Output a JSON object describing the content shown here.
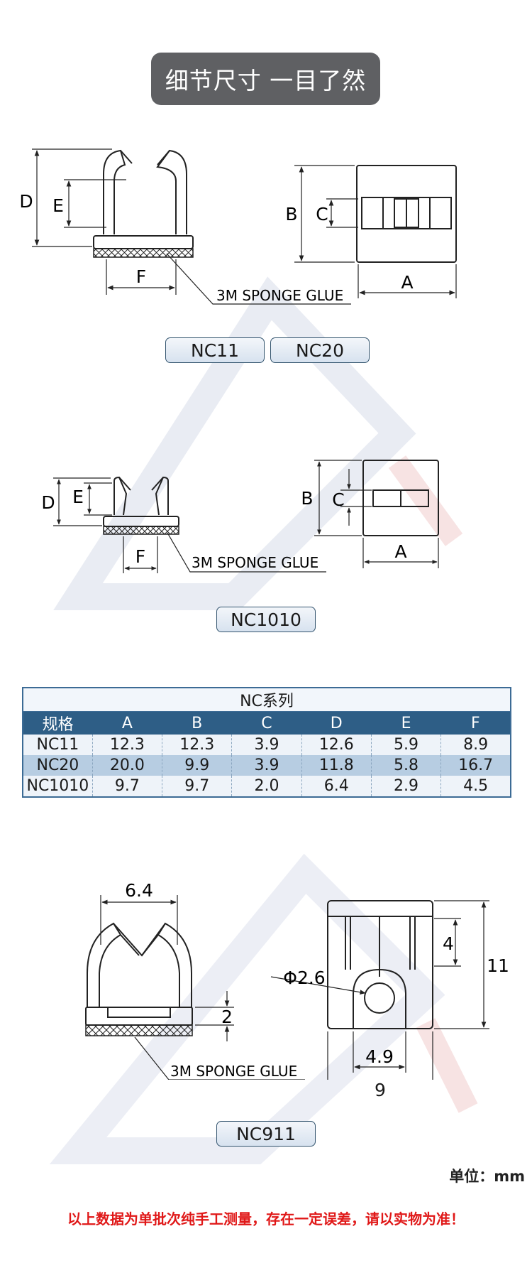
{
  "header": {
    "title": "细节尺寸 一目了然"
  },
  "diagram_labels": {
    "D": "D",
    "E": "E",
    "F": "F",
    "B": "B",
    "C": "C",
    "A": "A",
    "glue": "3M SPONGE GLUE"
  },
  "models": {
    "nc11": "NC11",
    "nc20": "NC20",
    "nc1010": "NC1010",
    "nc911": "NC911"
  },
  "table": {
    "caption": "NC系列",
    "headers": [
      "规格",
      "A",
      "B",
      "C",
      "D",
      "E",
      "F"
    ],
    "rows": [
      [
        "NC11",
        "12.3",
        "12.3",
        "3.9",
        "12.6",
        "5.9",
        "8.9"
      ],
      [
        "NC20",
        "20.0",
        "9.9",
        "3.9",
        "11.8",
        "5.8",
        "16.7"
      ],
      [
        "NC1010",
        "9.7",
        "9.7",
        "2.0",
        "6.4",
        "2.9",
        "4.5"
      ]
    ]
  },
  "nc911_dims": {
    "top_width": "6.4",
    "base_height": "2",
    "hole": "Φ2.6",
    "slot": "4",
    "height": "11",
    "hole_width": "4.9",
    "width": "9"
  },
  "footer": {
    "unit": "单位：mm",
    "warning": "以上数据为单批次纯手工测量，存在一定误差，请以实物为准！"
  },
  "colors": {
    "accent": "#2e5e86",
    "warning": "#e01818",
    "pill": "#5f6063"
  }
}
